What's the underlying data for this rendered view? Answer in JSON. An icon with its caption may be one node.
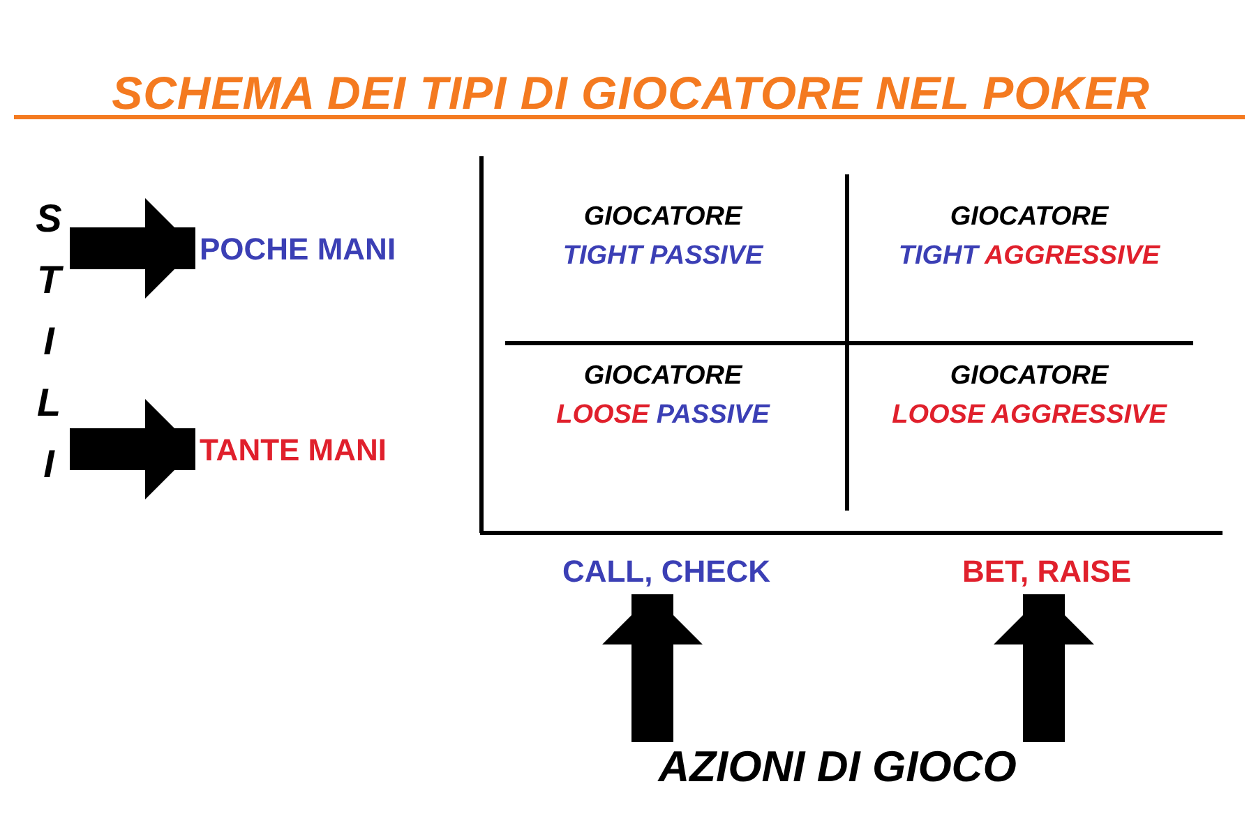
{
  "diagram": {
    "title": "SCHEMA DEI TIPI DI GIOCATORE NEL POKER",
    "nodes": [
      {
        "text": [
          "STILI"
        ]
      },
      {
        "text": [
          "POCHE MANI"
        ]
      },
      {
        "text": [
          "GIOCATORE",
          "TIGHT",
          "PASSIVE"
        ]
      },
      {
        "text": [
          "GIOCATORE",
          "TIGHT",
          "AGGRESSIVE"
        ]
      },
      {
        "text": [
          "TANTE MANI"
        ]
      },
      {
        "text": [
          "GIOCATORE",
          "LOOSE",
          "PASSIVE"
        ]
      },
      {
        "text": [
          "GIOCATORE",
          "LOOSE",
          "AGGRESSIVE"
        ]
      },
      {
        "text": [
          "CALL, CHECK"
        ]
      },
      {
        "text": [
          "BET, RAISE"
        ]
      },
      {
        "text": [
          "AZIONI DI GIOCO"
        ]
      }
    ],
    "edges": [
      {
        "from": 0,
        "to": 1,
        "arrow": "to"
      },
      {
        "from": 0,
        "to": 4,
        "arrow": "to"
      },
      {
        "from": 9,
        "to": 7,
        "arrow": "to"
      },
      {
        "from": 9,
        "to": 8,
        "arrow": "to"
      }
    ]
  }
}
